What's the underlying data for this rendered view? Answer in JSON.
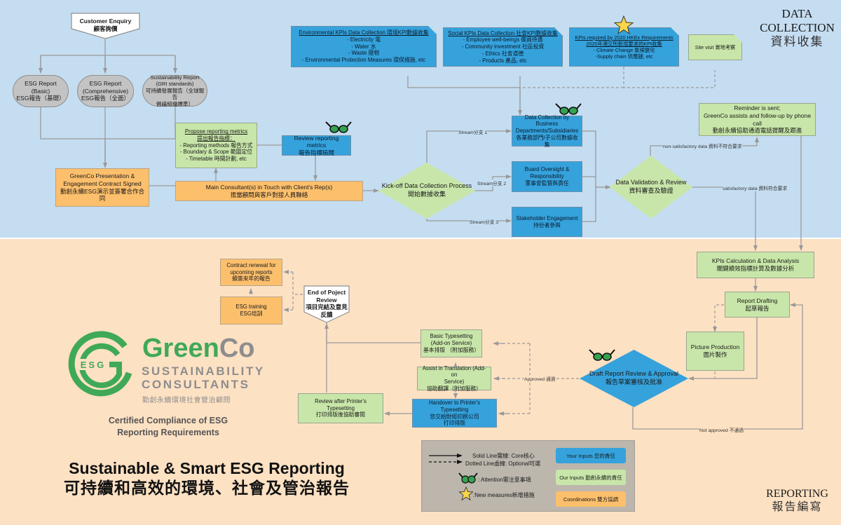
{
  "sections": {
    "top": {
      "title_en_1": "DATA",
      "title_en_2": "COLLECTION",
      "title_zh": "資料收集"
    },
    "bottom": {
      "title_en": "REPORTING",
      "title_zh": "報告編寫"
    }
  },
  "colors": {
    "top_bg": "#c5ddf1",
    "bottom_bg": "#fde1c3",
    "your_inputs": "#35a2dc",
    "our_inputs": "#c8e6a9",
    "coordinations": "#fcbf6c",
    "logo_green": "#3fa957",
    "logo_grey": "#8d8d8d"
  },
  "nodes": {
    "customer_enquiry": {
      "en": "Customer Enquiry",
      "zh": "顧客詢價"
    },
    "esg_basic": {
      "line1": "ESG Report (Basic)",
      "line2": "ESG報告（基礎）"
    },
    "esg_comprehensive": {
      "line1": "ESG Report",
      "line2": "(Comprehensive)",
      "line3": "ESG報告（全面）"
    },
    "sustainability_report": {
      "line1": "Sustainability Report",
      "line2": "(GRI standards)",
      "line3": "可持續發展報告（全球報告",
      "line4": "倡議組織標準）"
    },
    "presentation": {
      "line1": "GreenCo Presentation &",
      "line2": "Engagement Contract Signed",
      "line3": "勤創永續ESG演示並簽署合作合同"
    },
    "propose_metrics": {
      "title_en": "Propose reporting metrics",
      "title_zh": "提出報告指標：",
      "item1": "- Reporting methods 報告方式",
      "item2": "- Boundary & Scope 範圍定位",
      "item3": "- Timetable 時間計劃, etc"
    },
    "review_metrics": {
      "en": "Review reporting metrics",
      "zh": "報告指標檢閱"
    },
    "main_consultant": {
      "en": "Main Consultant(s) in Touch with Client's Rep(s)",
      "zh": "擔當顧問與客戶對接人員聯絡"
    },
    "env_kpis": {
      "title": "Environmental KPIs Data Collection 環境KPI數據收集",
      "item1": "- Electricity 電",
      "item2": "- Water 水",
      "item3": "- Waste 廢物",
      "item4": "- Environmental Protection Measures 環保措施, etc"
    },
    "social_kpis": {
      "title": "Social KPIs Data Collection 社會KPI數據收集",
      "item1": "- Employee well-beings 僱員待遇",
      "item2": "- Community investment 社區投資",
      "item3": "- Ethics 社會道德",
      "item4": "- Products 產品, etc"
    },
    "hkex_kpis": {
      "title1": "KPIs required by 2020 HKEx Requirements",
      "title2": "2020年港交所新增要求的KPI收集",
      "item1": "- Climate Change 氣候變化",
      "item2": "-Supply chain 供應鏈, etc"
    },
    "site_visit": {
      "label": "Site visit 實地考察"
    },
    "kickoff": {
      "en": "Kick-off Data Collection Process",
      "zh": "開始數據收集"
    },
    "data_collection_bd": {
      "line1": "Data Collection by Business",
      "line2": "Departments/Subsidiaries",
      "line3": "各業務部門/子公司數據收集"
    },
    "board_oversight": {
      "line1": "Board Oversight &",
      "line2": "Responsibility",
      "line3": "董事會監督與責任"
    },
    "stakeholder": {
      "en": "Stakeholder Engagement",
      "zh": "持份者參與"
    },
    "validation": {
      "en": "Data Validation & Review",
      "zh": "資料審查及驗證"
    },
    "reminder": {
      "line1": "Reminder is sent;",
      "line2": "GreenCo assists and follow-up by phone call",
      "line3": "勤創永續協助通過電話提醒及跟進"
    },
    "kpi_calc": {
      "en": "KPIs Calculation & Data Analysis",
      "zh": "關鍵績效指標計算及數據分析"
    },
    "report_drafting": {
      "en": "Report Drafting",
      "zh": "起草報告"
    },
    "picture_production": {
      "en": "Picture Production",
      "zh": "圖片製作"
    },
    "draft_review": {
      "en": "Draft Report Review & Approval",
      "zh": "報告草案審核及批准"
    },
    "basic_typesetting": {
      "line1": "Basic Typesetting",
      "line2": "(Add-on Service)",
      "line3": "基本排版 （附加服務）"
    },
    "translation": {
      "line1": "Assist in Translation (Add-on",
      "line2": "Service)",
      "line3": "協助翻譯（附加服務）"
    },
    "handover": {
      "line1": "Handover to Printer's",
      "line2": "Typesetting",
      "line3": "您交給財經印刷公司",
      "line4": "打印排版"
    },
    "review_printer": {
      "line1": "Review after Printer's",
      "line2": "Typesetting",
      "line3": "打印排版後協助審閱"
    },
    "end_review": {
      "line1": "End of Poject",
      "line2": "Review",
      "line3": "項目完結及意見",
      "line4": "反饋"
    },
    "contract_renewal": {
      "line1": "Contract renewal for",
      "line2": "upcoming reports",
      "line3": "續簽來年的報告"
    },
    "esg_training": {
      "en": "ESG training",
      "zh": "ESG培訓"
    }
  },
  "edge_labels": {
    "stream1": "Stream分支 1",
    "stream2": "Stream分支 2",
    "stream3": "Stream分支  3",
    "non_satisfactory": "non-satisfactory data 資料不符合要求",
    "satisfactory": "satisfactory data 資料符合要求",
    "approved": "Approved 通過",
    "not_approved": "Not approved 不通過"
  },
  "logo": {
    "mark_text": "ESG",
    "brand_green": "Green",
    "brand_grey": "Co",
    "line1": "SUSTAINABILITY",
    "line2": "CONSULTANTS",
    "zh": "勤創永續環境社會管治顧問"
  },
  "tagline": {
    "line1": "Certified Compliance of ESG",
    "line2": "Reporting Requirements"
  },
  "headline": {
    "en": "Sustainable & Smart ESG Reporting",
    "zh": "可持續和高效的環境、社會及管治報告"
  },
  "legend": {
    "solid": "Solid Line實線: Core核心",
    "dotted": "Dotted Line虛線: Optional可選",
    "attention": ": Attention需注意事項",
    "new_measures": ":New measures新增措施",
    "your_inputs": "Your Inputs 您的責任",
    "our_inputs": "Our Inputs 勤創永續的責任",
    "coordinations": "Coordinations 雙方協調",
    "icons": {
      "attention": "glasses-icon",
      "new": "star-icon"
    }
  }
}
